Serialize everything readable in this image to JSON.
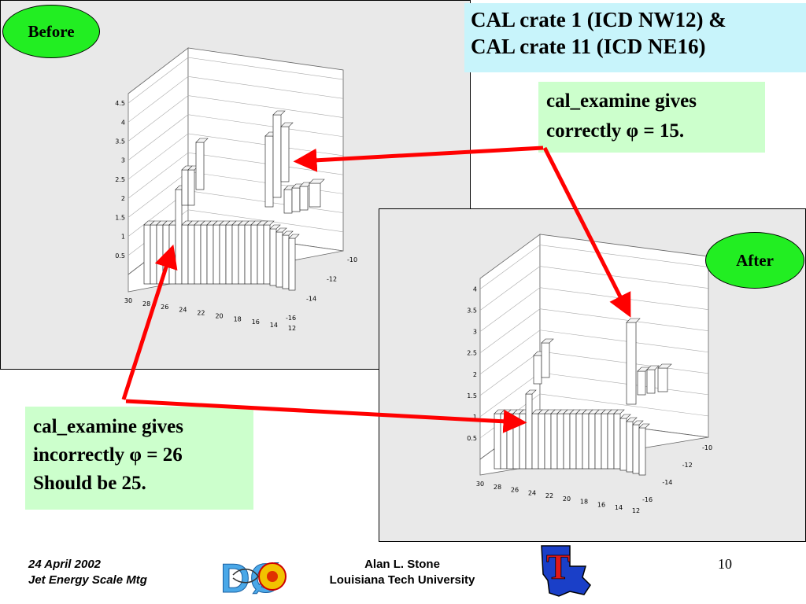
{
  "slide": {
    "title_line1": "CAL crate 1 (ICD NW12) &",
    "title_line2": "CAL crate 11 (ICD NE16)",
    "before_label": "Before",
    "after_label": "After",
    "note_correct_line1": "cal_examine gives",
    "note_correct_line2": "correctly φ = 15.",
    "note_incorrect_line1": "cal_examine gives",
    "note_incorrect_line2": "incorrectly φ = 26",
    "note_incorrect_line3": "Should be 25.",
    "page_number": "10",
    "arrow_color": "#ff0000"
  },
  "footer": {
    "date": "24 April 2002",
    "meeting": "Jet Energy Scale Mtg",
    "author": "Alan L. Stone",
    "institution": "Louisiana Tech University",
    "logo_left_text": "DØ",
    "logo_right_text": "T"
  },
  "plots": {
    "before": {
      "z_ticks": [
        "0.5",
        "1",
        "1.5",
        "2",
        "2.5",
        "3",
        "3.5",
        "4",
        "4.5"
      ],
      "x_ticks": [
        "30",
        "28",
        "26",
        "24",
        "22",
        "20",
        "18",
        "16",
        "14",
        "12"
      ],
      "y_ticks": [
        "-10",
        "-12",
        "-14",
        "-16"
      ]
    },
    "after": {
      "z_ticks": [
        "0.5",
        "1",
        "1.5",
        "2",
        "2.5",
        "3",
        "3.5",
        "4"
      ],
      "x_ticks": [
        "30",
        "28",
        "26",
        "24",
        "22",
        "20",
        "18",
        "16",
        "14",
        "12"
      ],
      "y_ticks": [
        "-10",
        "-12",
        "-14",
        "-16"
      ]
    }
  }
}
